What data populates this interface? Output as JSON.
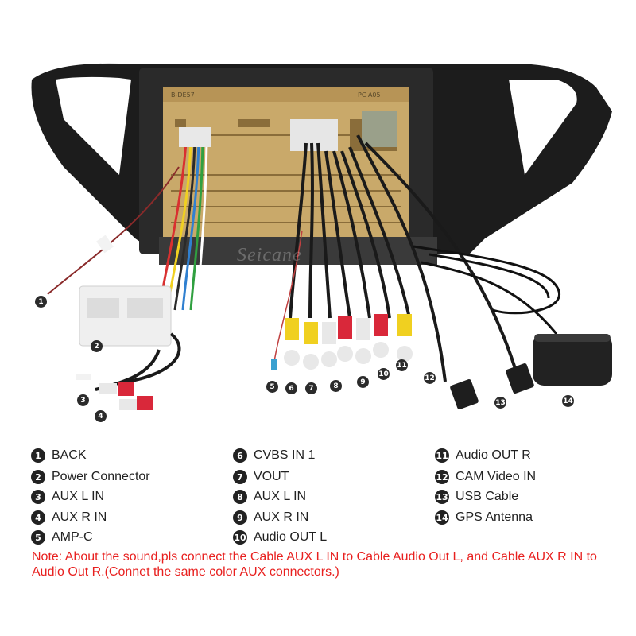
{
  "brand": "Seicane",
  "panel_labels": {
    "left": "B-DE57",
    "right": "PC A05"
  },
  "legend": [
    {
      "num": "1",
      "label": "BACK"
    },
    {
      "num": "2",
      "label": "Power Connector"
    },
    {
      "num": "3",
      "label": "AUX L IN"
    },
    {
      "num": "4",
      "label": "AUX R IN"
    },
    {
      "num": "5",
      "label": "AMP-C"
    },
    {
      "num": "6",
      "label": "CVBS IN 1"
    },
    {
      "num": "7",
      "label": "VOUT"
    },
    {
      "num": "8",
      "label": "AUX L IN"
    },
    {
      "num": "9",
      "label": "AUX R IN"
    },
    {
      "num": "10",
      "label": "Audio OUT L"
    },
    {
      "num": "11",
      "label": "Audio OUT R"
    },
    {
      "num": "12",
      "label": "CAM Video IN"
    },
    {
      "num": "13",
      "label": "USB Cable"
    },
    {
      "num": "14",
      "label": "GPS Antenna"
    }
  ],
  "note": "Note: About the sound,pls connect the Cable AUX L IN to Cable Audio Out L, and Cable AUX R IN to  Audio Out R.(Connet the same color AUX connectors.)",
  "colors": {
    "note": "#e8201f",
    "circuit_board": "#c9a96a",
    "frame": "#1c1c1c",
    "rca_red": "#d9283a",
    "rca_yellow": "#f0d020",
    "rca_white": "#e8e8e8"
  }
}
